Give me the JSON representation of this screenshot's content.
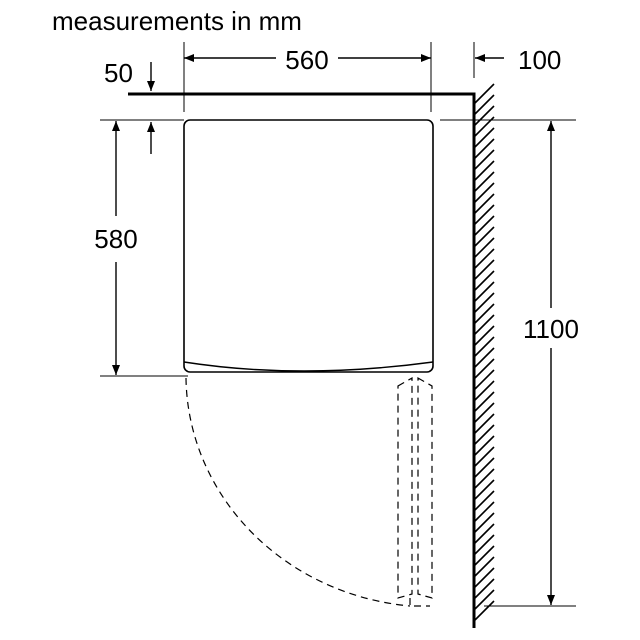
{
  "title": "measurements in mm",
  "dimensions": {
    "top_gap": "50",
    "width": "560",
    "wall_clearance": "100",
    "depth": "580",
    "door_open_depth": "1100"
  },
  "colors": {
    "line": "#000000",
    "background": "#ffffff"
  }
}
